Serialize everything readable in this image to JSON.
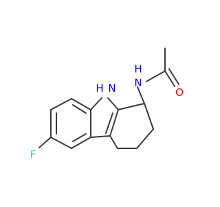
{
  "molecule": {
    "atoms": {
      "nh_ring": {
        "text": "H",
        "color": "#0000ff"
      },
      "nh_ring_n": {
        "text": "N",
        "color": "#0000ff"
      },
      "nh_amide": {
        "text": "N",
        "color": "#0000ff"
      },
      "nh_amide_h": {
        "text": "H",
        "color": "#0000ff"
      },
      "oxygen": {
        "text": "O",
        "color": "#ff0000"
      },
      "fluorine": {
        "text": "F",
        "color": "#33cccc"
      }
    }
  }
}
